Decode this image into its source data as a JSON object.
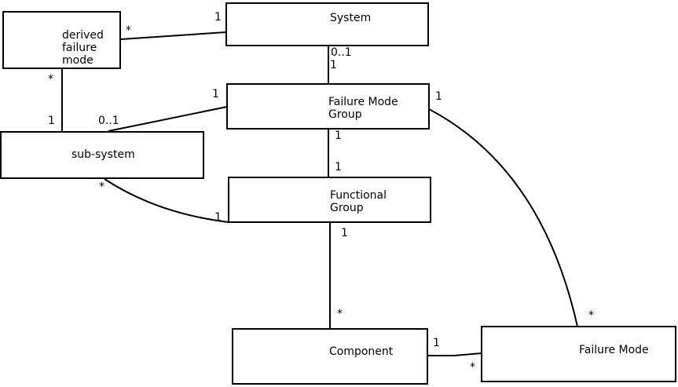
{
  "diagram": {
    "type": "uml-entity-relationship-diagram",
    "background_color": "#ffffff",
    "line_color": "#000000",
    "entities": [
      {
        "id": "derived-failure-mode",
        "label": "derived\nfailure\nmode"
      },
      {
        "id": "system",
        "label": "System"
      },
      {
        "id": "failure-mode-group",
        "label": "Failure Mode\nGroup"
      },
      {
        "id": "sub-system",
        "label": "sub-system"
      },
      {
        "id": "functional-group",
        "label": "Functional\nGroup"
      },
      {
        "id": "component",
        "label": "Component"
      },
      {
        "id": "failure-mode",
        "label": "Failure Mode"
      }
    ],
    "connections": [
      {
        "from": "derived failure mode",
        "to": "System",
        "from_label": "*",
        "to_label": "1"
      },
      {
        "from": "derived failure mode",
        "to": "sub-system",
        "from_label": "*",
        "to_label": "1"
      },
      {
        "from": "sub-system",
        "to": "Failure Mode Group",
        "from_label": "0..1",
        "to_label": "1"
      },
      {
        "from": "System",
        "to": "Failure Mode Group",
        "from_label": "0..1",
        "to_label": "1"
      },
      {
        "from": "Failure Mode Group",
        "to": "Functional Group",
        "from_label": "1",
        "to_label": "1"
      },
      {
        "from": "Functional Group",
        "to": "Component",
        "from_label": "1",
        "to_label": "*"
      },
      {
        "from": "sub-system",
        "to": "Functional Group",
        "from_label": "*",
        "to_label": "1"
      },
      {
        "from": "Failure Mode Group",
        "to": "Failure Mode",
        "from_label": "1",
        "to_label": "*"
      },
      {
        "from": "Component",
        "to": "Failure Mode",
        "from_label": "1",
        "to_label": "*"
      }
    ]
  }
}
